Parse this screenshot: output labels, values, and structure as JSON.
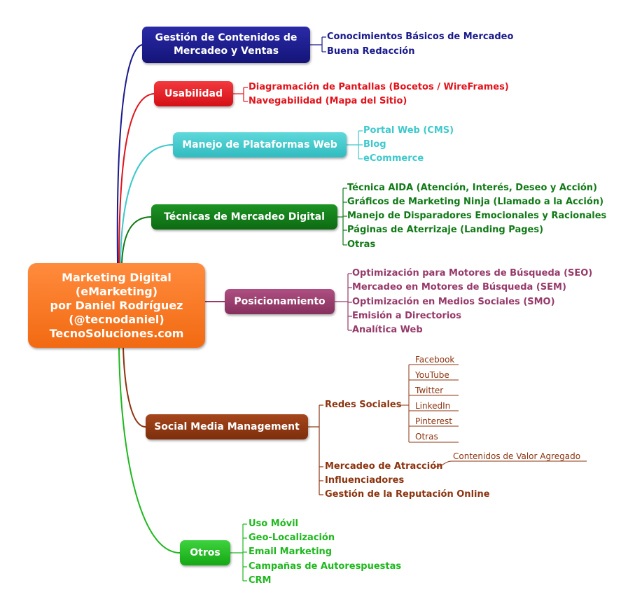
{
  "central": {
    "lines": [
      "Marketing Digital",
      "(eMarketing)",
      "por Daniel Rodríguez",
      "(@tecnodaniel)",
      "TecnoSoluciones.com"
    ]
  },
  "branches": [
    {
      "id": "contenidos",
      "label_lines": [
        "Gestión de Contenidos de",
        "Mercadeo y Ventas"
      ],
      "color": "#1a1a8c",
      "items": [
        "Conocimientos Básicos de Mercadeo",
        "Buena Redacción"
      ]
    },
    {
      "id": "usabilidad",
      "label_lines": [
        "Usabilidad"
      ],
      "color": "#e0141c",
      "items": [
        "Diagramación de Pantallas (Bocetos / WireFrames)",
        "Navegabilidad (Mapa del Sitio)"
      ]
    },
    {
      "id": "plataformas",
      "label_lines": [
        "Manejo de Plataformas Web"
      ],
      "color": "#3ec9cc",
      "items": [
        "Portal Web (CMS)",
        "Blog",
        "eCommerce"
      ]
    },
    {
      "id": "tecnicas",
      "label_lines": [
        "Técnicas de Mercadeo Digital"
      ],
      "color": "#117a17",
      "items": [
        "Técnica AIDA (Atención, Interés, Deseo y Acción)",
        "Gráficos de Marketing Ninja (Llamado a la Acción)",
        "Manejo de Disparadores Emocionales y Racionales",
        "Páginas de Aterrizaje (Landing Pages)",
        "Otras"
      ]
    },
    {
      "id": "posicionamiento",
      "label_lines": [
        "Posicionamiento"
      ],
      "color": "#963a6a",
      "items": [
        "Optimización para Motores de Búsqueda (SEO)",
        "Mercadeo en Motores de Búsqueda (SEM)",
        "Optimización en Medios Sociales (SMO)",
        "Emisión a Directorios",
        "Analítica Web"
      ]
    },
    {
      "id": "social",
      "label_lines": [
        "Social Media Management"
      ],
      "color": "#8c3410",
      "items": [
        "Redes Sociales",
        "Mercadeo de Atracción",
        "Influenciadores",
        "Gestión de la Reputación Online"
      ],
      "redes": [
        "Facebook",
        "YouTube",
        "Twitter",
        "LinkedIn",
        "Pinterest",
        "Otras"
      ],
      "atraccion": [
        "Contenidos de Valor Agregado"
      ]
    },
    {
      "id": "otros",
      "label_lines": [
        "Otros"
      ],
      "color": "#1fb81f",
      "items": [
        "Uso Móvil",
        "Geo-Localización",
        "Email Marketing",
        "Campañas de Autorespuestas",
        "CRM"
      ]
    }
  ]
}
